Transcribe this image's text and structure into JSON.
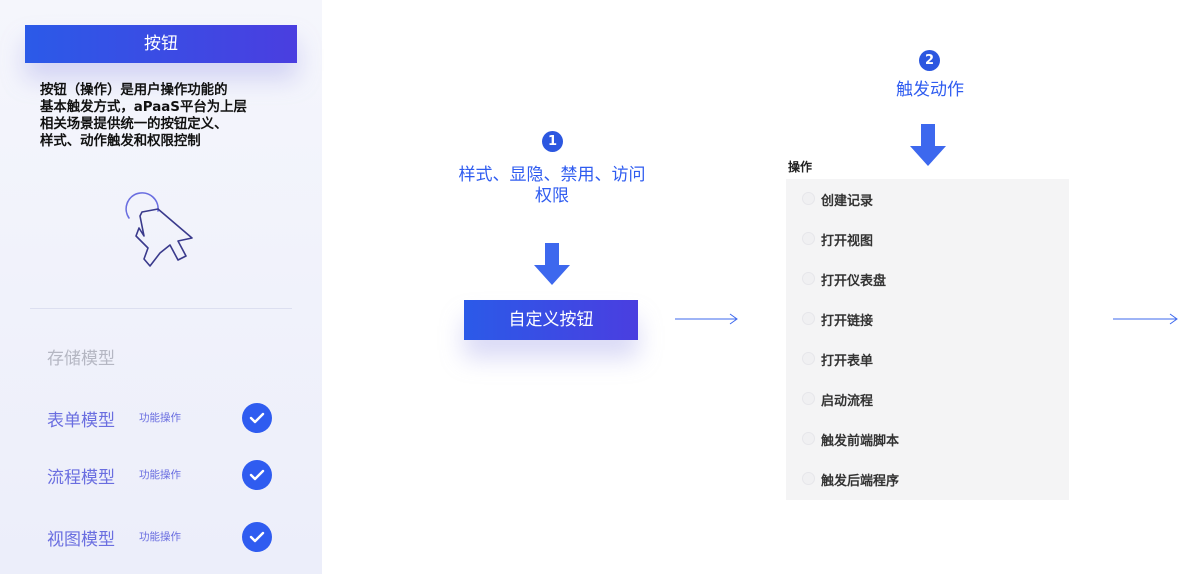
{
  "panel": {
    "title": "按钮",
    "description_lines": [
      "按钮（操作）是用户操作功能的",
      "基本触发方式，aPaaS平台为上层",
      "相关场景提供统一的按钮定义、",
      "样式、动作触发和权限控制"
    ],
    "storage_label": "存储模型",
    "models": [
      {
        "name": "表单模型",
        "tag": "功能操作"
      },
      {
        "name": "流程模型",
        "tag": "功能操作"
      },
      {
        "name": "视图模型",
        "tag": "功能操作"
      }
    ]
  },
  "step1": {
    "number": "1",
    "label_line1": "样式、显隐、禁用、访问",
    "label_line2": "权限",
    "button_label": "自定义按钮"
  },
  "step2": {
    "number": "2",
    "label": "触发动作"
  },
  "actions": {
    "header": "操作",
    "items": [
      "创建记录",
      "打开视图",
      "打开仪表盘",
      "打开链接",
      "打开表单",
      "启动流程",
      "触发前端脚本",
      "触发后端程序"
    ]
  },
  "colors": {
    "accent": "#2f5cf0",
    "muted": "#b5b7c3",
    "panel_bg": "#f4f4f5"
  }
}
